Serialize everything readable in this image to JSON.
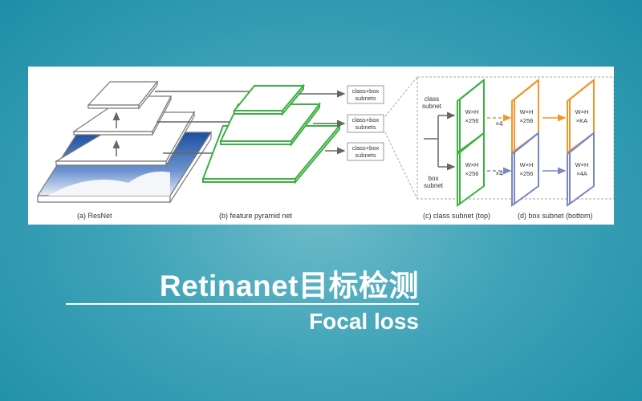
{
  "slide": {
    "title": "Retinanet目标检测",
    "subtitle": "Focal loss"
  },
  "figure": {
    "resnet_label": "(a) ResNet",
    "fpn_label": "(b) feature pyramid net",
    "subnet_boxes": [
      "class+box subnets",
      "class+box subnets",
      "class+box subnets"
    ],
    "subnet_box_lines": [
      "class+box",
      "subnets"
    ],
    "class_subnet_label": [
      "class",
      "subnet"
    ],
    "box_subnet_label": [
      "box",
      "subnet"
    ],
    "class_caption": "(c) class subnet (top)",
    "box_caption": "(d) box subnet (bottom)",
    "feat_wh": "W×H",
    "feat_256": "×256",
    "feat_ka": "×KA",
    "feat_4a": "×4A",
    "repeat": "×4",
    "colors": {
      "fpn": "#3cb043",
      "class": "#f0962a",
      "box": "#7b86c6",
      "arrow": "#666666"
    }
  }
}
